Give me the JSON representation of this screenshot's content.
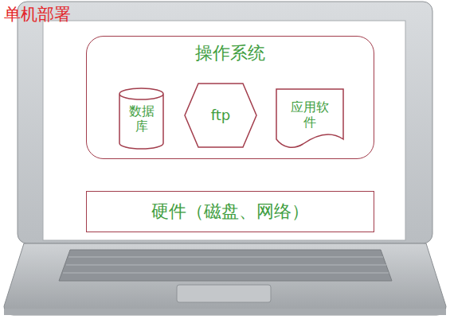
{
  "diagram": {
    "nodes": [
      {
        "text": [
          "操作系统"
        ]
      },
      {
        "text": [
          "数据库"
        ],
        "in": 0
      },
      {
        "text": [
          "ftp"
        ],
        "in": 0
      },
      {
        "text": [
          "应用软件"
        ],
        "in": 0
      },
      {
        "text": [
          "硬件（磁盘、网络）"
        ]
      }
    ],
    "labels": [
      "单机部署"
    ]
  }
}
